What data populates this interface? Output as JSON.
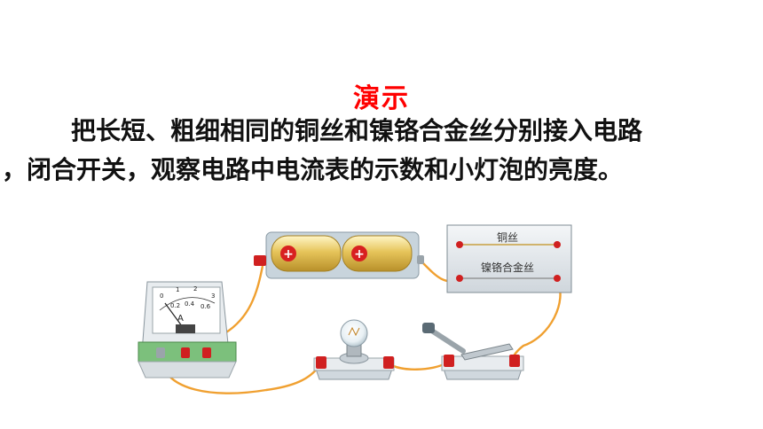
{
  "slide": {
    "title": "演示",
    "line1": "把长短、粗细相同的铜丝和镍铬合金丝分别接入电路",
    "line2": "，闭合开关，观察电路中电流表的示数和小灯泡的亮度。"
  },
  "diagram": {
    "board_label_top": "铜丝",
    "board_label_bottom": "镍铬合金丝",
    "ammeter_unit": "A",
    "ammeter_scale_top": [
      "0",
      "1",
      "2",
      "3"
    ],
    "ammeter_scale_bottom": [
      "0.2",
      "0.4",
      "0.6"
    ],
    "battery_symbol": "+",
    "colors": {
      "title": "#ff0000",
      "wire": "#f0a030",
      "battery": "#e8c860",
      "terminal": "#d02020"
    },
    "icons": [
      "ammeter-icon",
      "battery-icon",
      "bulb-icon",
      "switch-icon",
      "resistor-board-icon"
    ]
  }
}
